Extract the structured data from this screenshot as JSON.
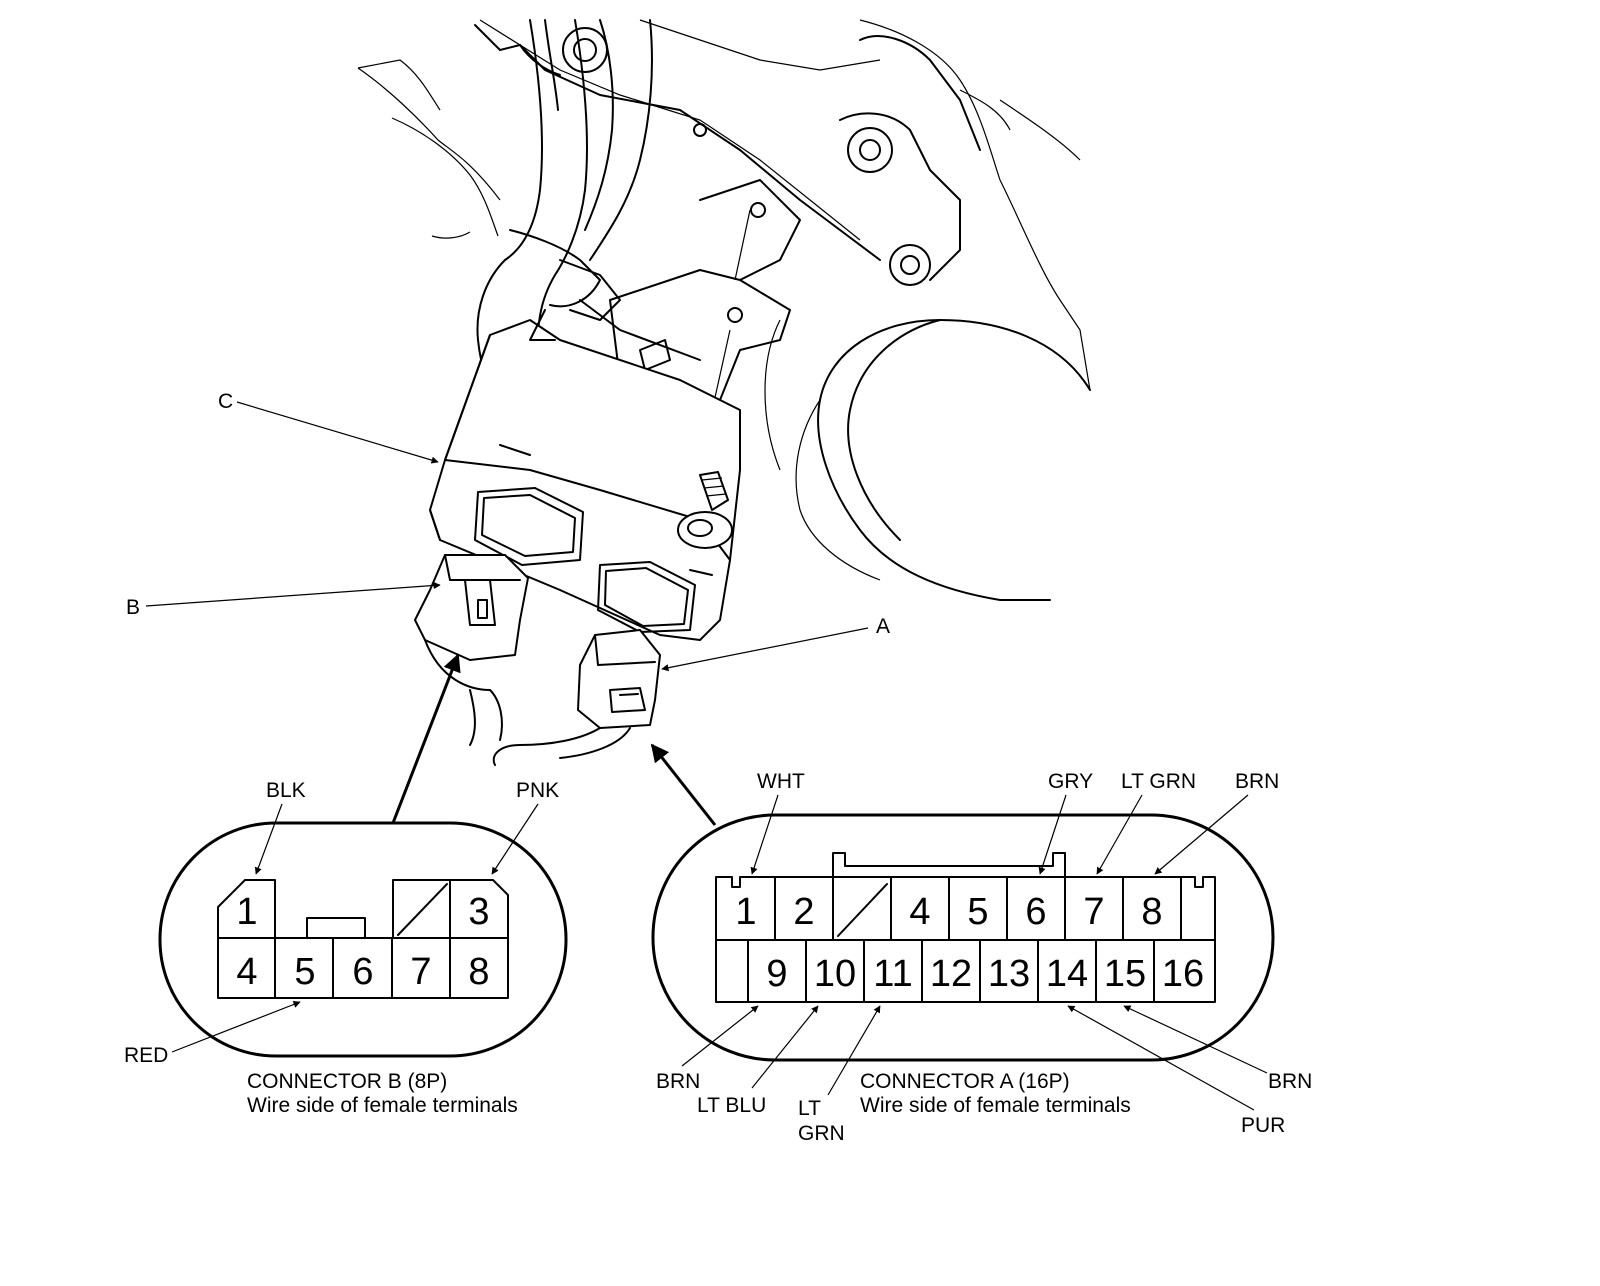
{
  "callouts": {
    "c": "C",
    "b": "B",
    "a": "A"
  },
  "connector_b": {
    "title": "CONNECTOR B (8P)",
    "subtitle": "Wire side of female terminals",
    "pins": {
      "p1": "1",
      "p3": "3",
      "p4": "4",
      "p5": "5",
      "p6": "6",
      "p7": "7",
      "p8": "8"
    },
    "wires": {
      "blk": "BLK",
      "pnk": "PNK",
      "red": "RED"
    }
  },
  "connector_a": {
    "title": "CONNECTOR A (16P)",
    "subtitle": "Wire side of female terminals",
    "pins": {
      "p1": "1",
      "p2": "2",
      "p4": "4",
      "p5": "5",
      "p6": "6",
      "p7": "7",
      "p8": "8",
      "p9": "9",
      "p10": "10",
      "p11": "11",
      "p12": "12",
      "p13": "13",
      "p14": "14",
      "p15": "15",
      "p16": "16"
    },
    "wires": {
      "wht": "WHT",
      "gry": "GRY",
      "lt_grn_top": "LT GRN",
      "brn_top": "BRN",
      "brn_left": "BRN",
      "lt_blu": "LT BLU",
      "lt_grn_line1": "LT",
      "lt_grn_line2": "GRN",
      "brn_right": "BRN",
      "pur": "PUR"
    }
  }
}
